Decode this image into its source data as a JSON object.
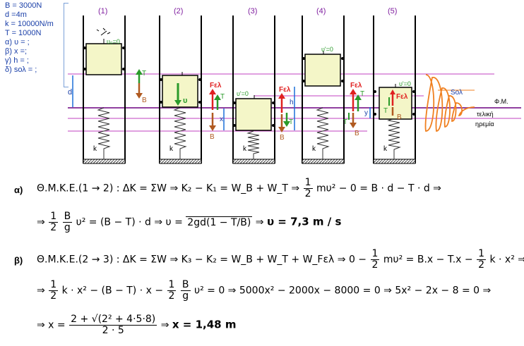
{
  "givens": [
    "B = 3000N",
    "d =4m",
    "k = 10000N/m",
    "T = 1000N",
    "α) υ = ;",
    "β) x =;",
    "γ) h = ;",
    "δ) sολ = ;"
  ],
  "stages": [
    "(1)",
    "(2)",
    "(3)",
    "(4)",
    "(5)"
  ],
  "diagram_labels": {
    "u0_1": "υ₀=0",
    "u_prime": "υ'=0",
    "T": "T",
    "B": "B",
    "F_el": "Fελ",
    "u": "υ",
    "d": "d",
    "x": "x",
    "h": "h",
    "y": "y",
    "k": "k",
    "s_ol": "Sολ",
    "fm": "Φ.Μ.",
    "final_rest_1": "τελική",
    "final_rest_2": "ηρεμία"
  },
  "colors": {
    "blue_text": "#1a3fa8",
    "purple_line": "#c040c0",
    "orange": "#f08020",
    "green": "#2a9a2a",
    "red": "#e02020",
    "brown": "#b05a20",
    "box_fill": "#f4f6c8",
    "stage_label": "#8020a0"
  },
  "solution": {
    "a_label": "α)",
    "a_line1": {
      "start": "Θ.Μ.Κ.Ε.(1 → 2) :  ΔK = ΣW ⇒ K₂ − K₁ = W_B + W_T ⇒",
      "frac_n": "1",
      "frac_d": "2",
      "end": "mυ² − 0 = B · d − T · d ⇒"
    },
    "a_line2": {
      "arrow": "⇒",
      "frac1_n": "1",
      "frac1_d": "2",
      "frac2_n": "B",
      "frac2_d": "g",
      "mid": "υ² = (B − T) · d ⇒ υ =",
      "sqrt": "2gd(1 − T/B)",
      "result_prefix": "⇒",
      "result": "υ = 7,3 m / s"
    },
    "b_label": "β)",
    "b_line1": {
      "start": "Θ.Μ.Κ.Ε.(2 → 3) :  ΔK = ΣW ⇒ K₃ − K₂ = W_B + W_T + W_Fελ ⇒ 0 −",
      "frac_n": "1",
      "frac_d": "2",
      "mid": "mυ² = B.x − T.x −",
      "frac2_n": "1",
      "frac2_d": "2",
      "end": "k · x² ⇒"
    },
    "b_line2": {
      "arrow": "⇒",
      "frac1_n": "1",
      "frac1_d": "2",
      "mid": "k · x² − (B − T) · x −",
      "frac2_n": "1",
      "frac2_d": "2",
      "frac3_n": "B",
      "frac3_d": "g",
      "end": "υ² = 0 ⇒ 5000x² − 2000x − 8000 = 0 ⇒ 5x² − 2x − 8 = 0 ⇒"
    },
    "b_line3": {
      "arrow": "⇒ x =",
      "frac_n": "2 + √(2² + 4·5·8)",
      "frac_d": "2 · 5",
      "result_prefix": "⇒",
      "result": "x = 1,48 m"
    }
  }
}
